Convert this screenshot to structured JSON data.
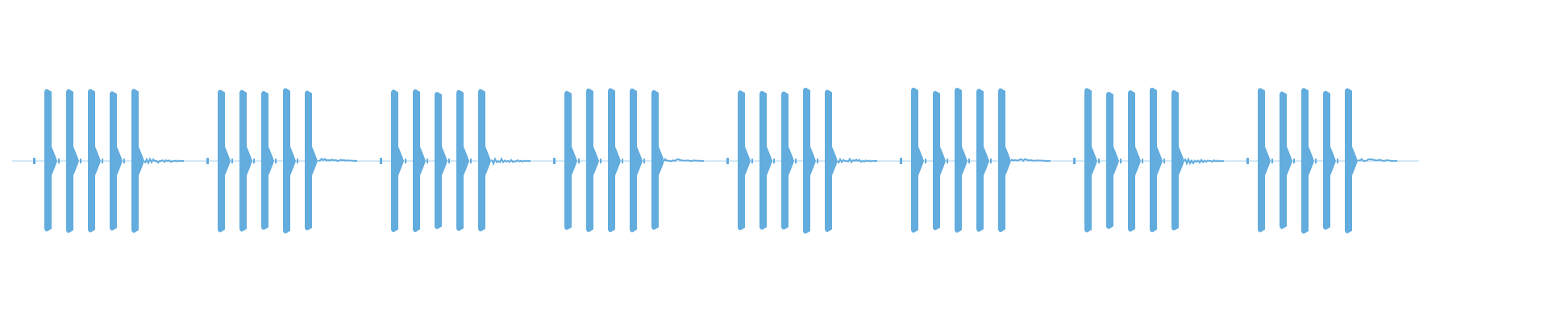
{
  "waveform": {
    "color": "#62acde",
    "background": "#ffffff",
    "pattern": {
      "group_count": 8,
      "pulses_per_group": 5,
      "pulse_peak_amplitude": 0.92,
      "baseline_noise_amplitude": 0.02
    }
  }
}
